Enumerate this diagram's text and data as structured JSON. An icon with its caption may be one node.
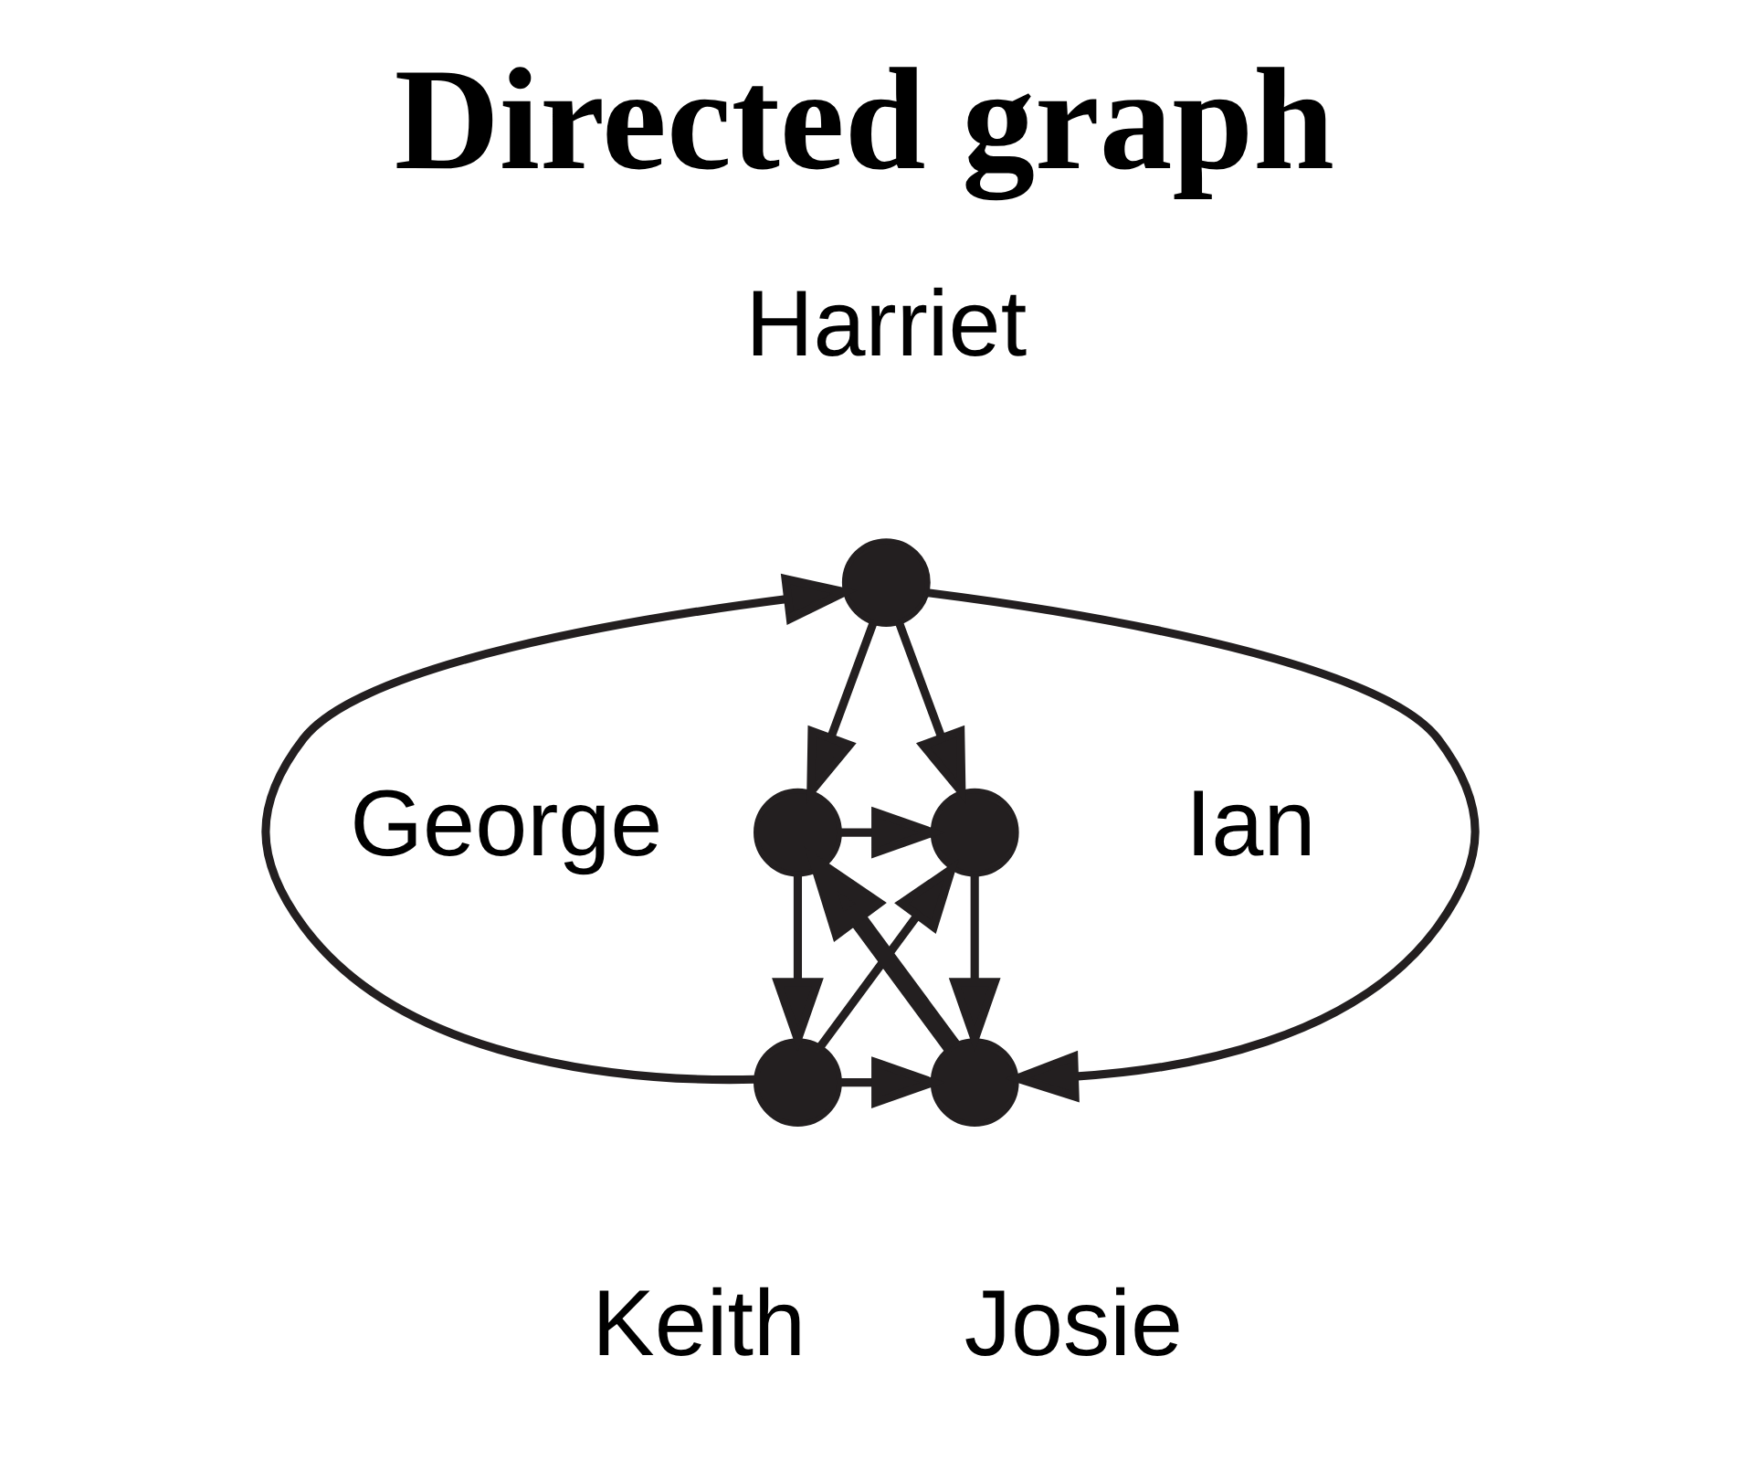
{
  "diagram": {
    "title": "Directed graph",
    "nodes": [
      {
        "text": [],
        "shape": "circle",
        "beside": [
          "Harriet"
        ]
      },
      {
        "text": [],
        "shape": "circle",
        "beside": [
          "George"
        ]
      },
      {
        "text": [],
        "shape": "circle",
        "beside": [
          "Ian"
        ]
      },
      {
        "text": [],
        "shape": "circle",
        "beside": [
          "Keith"
        ]
      },
      {
        "text": [],
        "shape": "circle",
        "beside": [
          "Josie"
        ]
      }
    ],
    "edges": [
      {
        "from": 0,
        "to": 1,
        "arrow": "to"
      },
      {
        "from": 0,
        "to": 2,
        "arrow": "to"
      },
      {
        "from": 3,
        "to": 0,
        "arrow": "to"
      },
      {
        "from": 0,
        "to": 4,
        "arrow": "to"
      },
      {
        "from": 1,
        "to": 2,
        "arrow": "to"
      },
      {
        "from": 1,
        "to": 3,
        "arrow": "to"
      },
      {
        "from": 4,
        "to": 1,
        "arrow": "to",
        "style": "thick"
      },
      {
        "from": 3,
        "to": 2,
        "arrow": "to"
      },
      {
        "from": 2,
        "to": 4,
        "arrow": "to"
      },
      {
        "from": 3,
        "to": 4,
        "arrow": "to"
      }
    ]
  }
}
